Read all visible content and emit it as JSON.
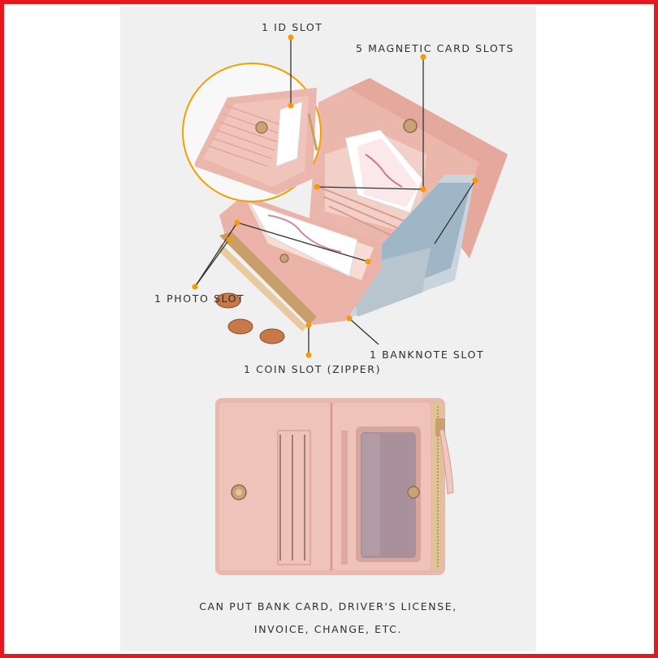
{
  "callouts": {
    "id_slot": "1 ID SLOT",
    "magnetic_card_slots": "5 MAGNETIC CARD SLOTS",
    "photo_slot": "1 PHOTO SLOT",
    "banknote_slot": "1 BANKNOTE SLOT",
    "coin_slot": "1 COIN SLOT (ZIPPER)"
  },
  "caption": {
    "line1": "CAN PUT BANK CARD, DRIVER'S LICENSE,",
    "line2": "INVOICE, CHANGE, ETC."
  },
  "colors": {
    "frame_border": "#e8161d",
    "panel_background": "#f0f0f0",
    "wallet_pink": "#e9b8ae",
    "callout_dot": "#f59a00",
    "text": "#2f2f2f"
  }
}
